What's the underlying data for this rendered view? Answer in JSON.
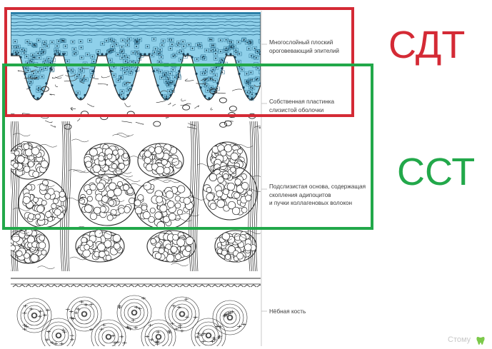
{
  "labels": {
    "epithelium": [
      "Многослойный плоский",
      "ороговевающий эпителий"
    ],
    "lamina_propria": [
      "Собственная пластинка",
      "слизистой оболочки"
    ],
    "submucosa": [
      "Подслизистая основа, содержащая",
      "скопления адипоцитов",
      "и пучки коллагеновых волокон"
    ],
    "bone": [
      "Нёбная кость"
    ]
  },
  "annotations": {
    "red_label": "СДТ",
    "green_label": "ССТ"
  },
  "colors": {
    "red_box": "#d42a35",
    "green_box": "#22a84a",
    "epithelium_fill": "#8fd0ea",
    "epithelium_dark": "#2b7fa8",
    "ink": "#2a2a2a"
  },
  "watermark": {
    "text": "Стому",
    "icon": "tooth-icon"
  }
}
